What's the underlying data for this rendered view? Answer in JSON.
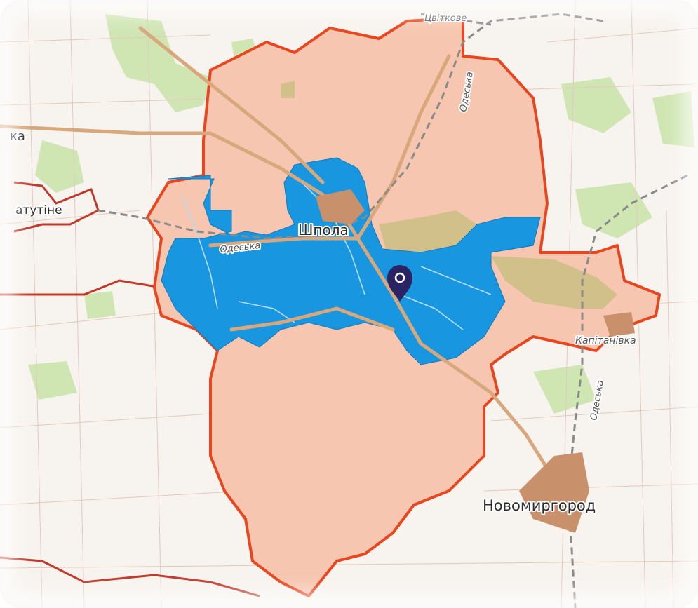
{
  "map": {
    "colors": {
      "background": "#f7f3ee",
      "community_fill": "#f6c6b0",
      "community_border": "#e8461e",
      "highlight_fill": "#1996e0",
      "forest": "#cfe6b3",
      "plots": "#d2c08a",
      "road": "#d9a77c",
      "railway": "#8a8a8a",
      "region_border": "#c0392b",
      "marker": "#2b2464"
    },
    "labels": {
      "city_main": "Шпола",
      "city_south": "Новомиргород",
      "town_east": "Капітанівка",
      "town_west": "атутіне",
      "town_north": "Цвіткове",
      "edge_fragment": "ка",
      "road_west": "Одеська",
      "road_north": "Одеська",
      "road_east": "Одеська"
    },
    "marker": {
      "icon": "location-pin-icon"
    }
  }
}
